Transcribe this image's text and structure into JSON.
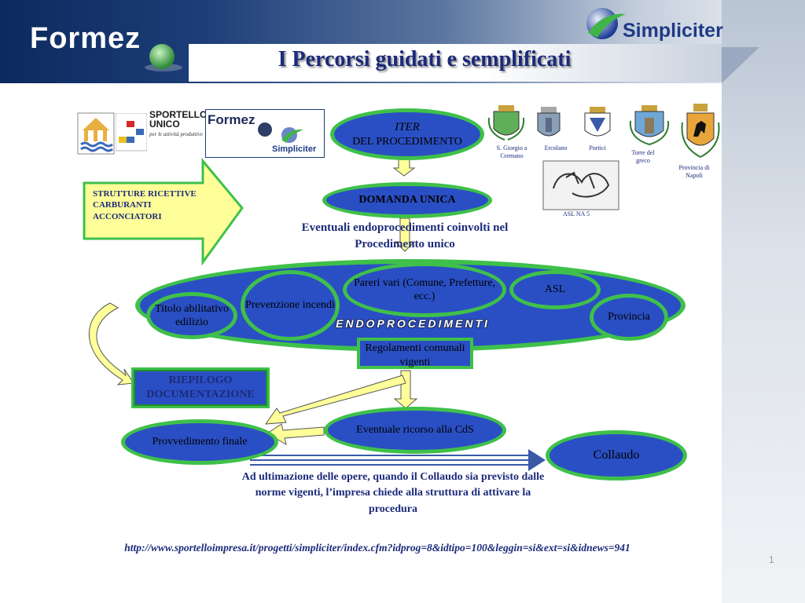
{
  "header": {
    "formez_brand": "Formez",
    "simpliciter_brand": "Simpliciter",
    "title": "I Percorsi guidati e semplificati"
  },
  "logos": {
    "sportello_line1": "SPORTELLO",
    "sportello_line2": "UNICO",
    "sportello_sub": "per le attività produttive",
    "formez_small": "Formez",
    "simpliciter_small": "Simpliciter"
  },
  "municipalities": [
    {
      "name": "S. Giorgio a Cremano"
    },
    {
      "name": "Ercolano"
    },
    {
      "name": "Portici"
    },
    {
      "name": "Torre del greco"
    },
    {
      "name": "Provincia di Napoli"
    }
  ],
  "asl_caption": "ASL NA 5",
  "diagram": {
    "iter_line1": "ITER",
    "iter_line2": "DEL PROCEDIMENTO",
    "domanda_unica": "DOMANDA UNICA",
    "strutture": "STRUTTURE RICETTIVE CARBURANTI ACCONCIATORI",
    "endoproc_note": "Eventuali endoprocedimenti coinvolti nel Procedimento unico",
    "endoprocedimenti": "ENDOPROCEDIMENTI",
    "titolo": "Titolo abilitativo edilizio",
    "prevenzione": "Prevenzione incendi",
    "pareri": "Pareri vari (Comune, Prefetture, ecc.)",
    "asl": "ASL",
    "provincia": "Provincia",
    "regolamenti": "Regolamenti comunali vigenti",
    "riepilogo": "RIEPILOGO DOCUMENTAZIONE",
    "ricorso": "Eventuale ricorso alla CdS",
    "provvedimento": "Provvedimento finale",
    "collaudo": "Collaudo",
    "collaudo_note": "Ad ultimazione delle opere, quando il Collaudo sia previsto dalle norme vigenti, l’impresa chiede alla struttura di attivare la procedura"
  },
  "footer": {
    "url": "http://www.sportelloimpresa.it/progetti/simpliciter/index.cfm?idprog=8&idtipo=100&leggin=si&ext=si&idnews=941",
    "page_number": "1"
  },
  "colors": {
    "ellipse_fill": "#2a4fc4",
    "ellipse_border": "#3fc04a",
    "arrow_fill": "#ffff99",
    "title_color": "#1c2a7a"
  }
}
